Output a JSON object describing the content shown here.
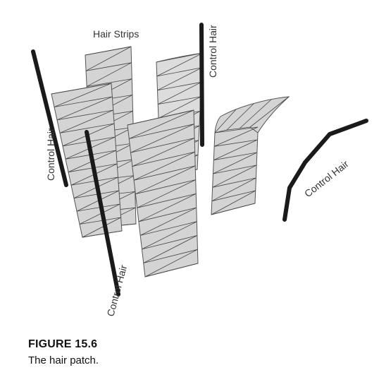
{
  "labels": {
    "hair_strips": "Hair Strips",
    "control_hair_1": "Control Hair",
    "control_hair_2": "Control Hair",
    "control_hair_3": "Control Hair",
    "control_hair_4": "Control Hair"
  },
  "caption": {
    "title": "FIGURE 15.6",
    "text": "The hair patch."
  },
  "colors": {
    "strip_fill": "#d4d4d4",
    "strip_edge": "#555555",
    "control_hair": "#1a1a1a"
  }
}
